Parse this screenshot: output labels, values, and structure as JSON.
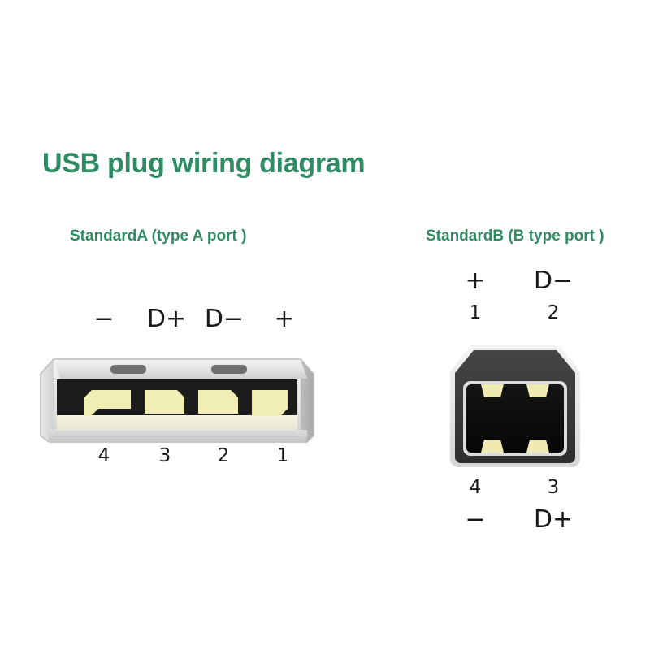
{
  "page": {
    "title": "USB plug wiring diagram",
    "background_color": "#ffffff",
    "accent_color": "#2e8b64",
    "text_color": "#1a1a1a"
  },
  "connectors": [
    {
      "id": "standard-a",
      "heading": "StandardA (type A port )",
      "shape": "rectangular-horizontal",
      "housing_color": "#d8d8d8",
      "cavity_color": "#1c1c1c",
      "contact_color": "#f0eeb4",
      "base_color": "#f2f0dc",
      "pin_order": "left-to-right",
      "pins": [
        {
          "number": "4",
          "signal": "−"
        },
        {
          "number": "3",
          "signal": "D+"
        },
        {
          "number": "2",
          "signal": "D−"
        },
        {
          "number": "1",
          "signal": "+"
        }
      ]
    },
    {
      "id": "standard-b",
      "heading": "StandardB (B type port )",
      "shape": "square-with-chamfered-top-corners",
      "housing_color": "#3a3a3a",
      "cavity_color": "#0d0d0d",
      "contact_color": "#eeeab0",
      "border_color": "#e4e4e4",
      "pins_top": [
        {
          "number": "1",
          "signal": "+"
        },
        {
          "number": "2",
          "signal": "D−"
        }
      ],
      "pins_bottom": [
        {
          "number": "4",
          "signal": "−"
        },
        {
          "number": "3",
          "signal": "D+"
        }
      ]
    }
  ]
}
